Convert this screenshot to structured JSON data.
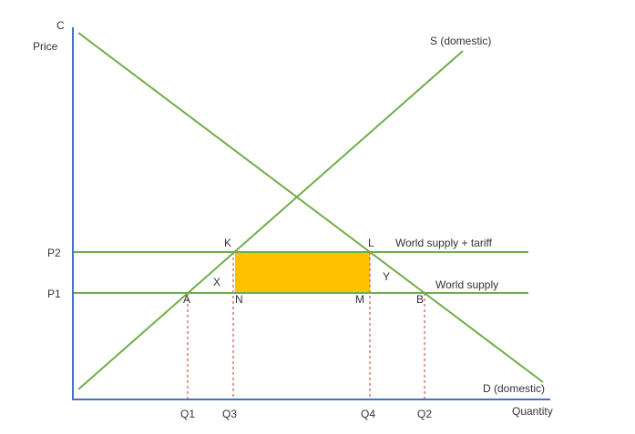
{
  "chart_data": {
    "type": "line",
    "title": "",
    "ylabel": "Price",
    "xlabel": "Quantity",
    "origin_label": "C",
    "price_levels": [
      {
        "label": "P1",
        "line_label": "World supply"
      },
      {
        "label": "P2",
        "line_label": "World supply + tariff"
      }
    ],
    "quantity_marks": [
      "Q1",
      "Q3",
      "Q4",
      "Q2"
    ],
    "curves": [
      {
        "name": "S (domestic)"
      },
      {
        "name": "D (domestic)"
      }
    ],
    "points": {
      "A": "A",
      "N": "N",
      "M": "M",
      "B": "B",
      "K": "K",
      "L": "L",
      "X": "X",
      "Y": "Y"
    },
    "colors": {
      "curve": "#70ad47",
      "axis": "#4472c4",
      "drop_line": "#e0504a",
      "tariff_revenue": "#ffc000"
    }
  }
}
